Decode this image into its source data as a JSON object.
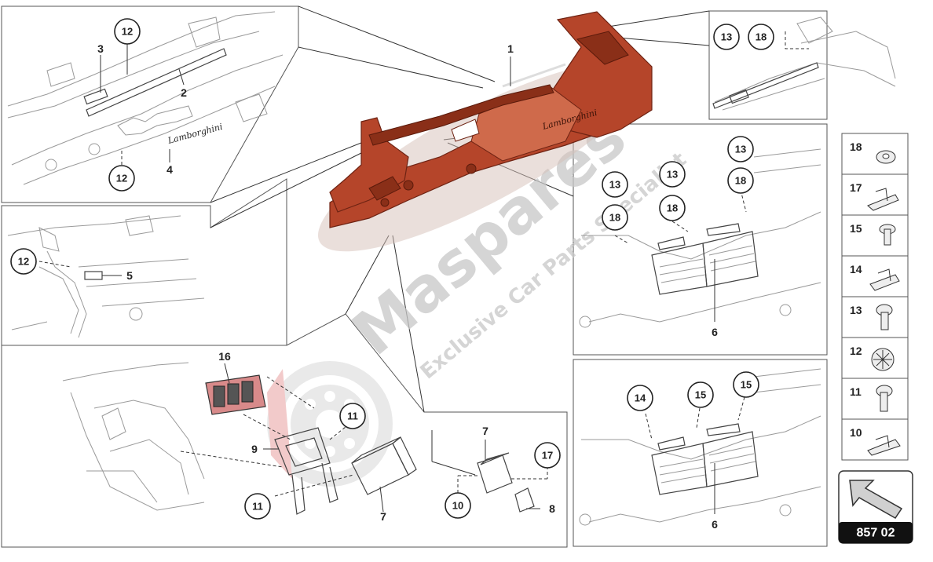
{
  "diagram_id": "857 02",
  "watermark": {
    "brand": "Maspares",
    "tagline": "Exclusive Car Parts Specialist"
  },
  "central_part": {
    "emblem_text": "Lamborghini"
  },
  "detail_emblem_text": "Lamborghini",
  "callouts": {
    "c1": "1",
    "c2": "2",
    "c3": "3",
    "c4": "4",
    "c5": "5",
    "c6a": "6",
    "c6b": "6",
    "c7a": "7",
    "c7b": "7",
    "c8": "8",
    "c9": "9",
    "c10": "10",
    "c11a": "11",
    "c11b": "11",
    "c12a": "12",
    "c12b": "12",
    "c12c": "12",
    "c13a": "13",
    "c13b": "13",
    "c13c": "13",
    "c13d": "13",
    "c14": "14",
    "c15a": "15",
    "c15b": "15",
    "c16": "16",
    "c17": "17",
    "c18a": "18",
    "c18b": "18",
    "c18c": "18",
    "c18d": "18"
  },
  "legend": [
    {
      "number": "18",
      "icon": "washer-icon"
    },
    {
      "number": "17",
      "icon": "spring-clip-icon"
    },
    {
      "number": "15",
      "icon": "flange-screw-icon"
    },
    {
      "number": "14",
      "icon": "clip-icon"
    },
    {
      "number": "13",
      "icon": "screw-icon"
    },
    {
      "number": "12",
      "icon": "star-nut-icon"
    },
    {
      "number": "11",
      "icon": "bolt-icon"
    },
    {
      "number": "10",
      "icon": "fastener-clip-icon"
    }
  ],
  "nav_arrow_icon": "arrow-up-left-icon"
}
